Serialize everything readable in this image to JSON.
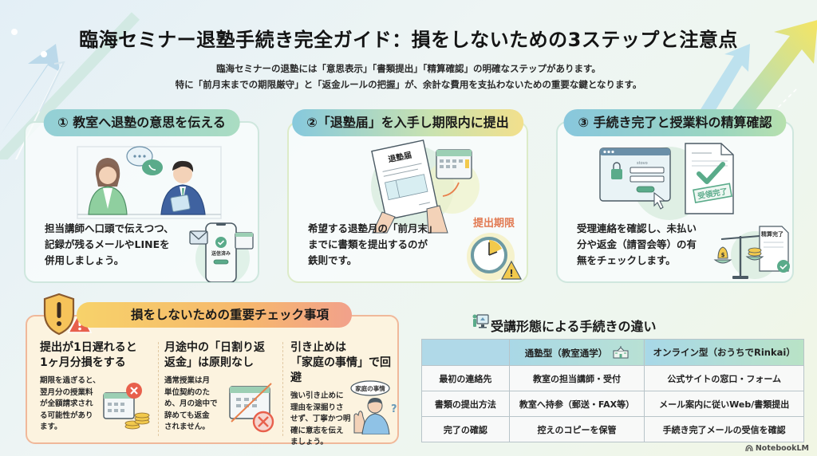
{
  "header": {
    "title": "臨海セミナー退塾手続き完全ガイド：損をしないための3ステップと注意点",
    "subtitle_line1": "臨海セミナーの退塾には「意思表示」「書類提出」「精算確認」の明確なステップがあります。",
    "subtitle_line2": "特に「前月末までの期限厳守」と「返金ルールの把握」が、余計な費用を支払わないための重要な鍵となります。"
  },
  "steps": [
    {
      "label": "① 教室へ退塾の意思を伝える",
      "text": "担当講師へ口頭で伝えつつ、\n記録が残るメールやLINEを\n併用しましょう。",
      "illustration": {
        "phone_badge": "送信済み",
        "icons": [
          "speech-bubble-icon",
          "envelope-icon",
          "phone-check-icon",
          "calendar-icon"
        ]
      }
    },
    {
      "label": "②「退塾届」を入手し期限内に提出",
      "text": "希望する退塾月の「前月末」\nまでに書類を提出するのが\n鉄則です。",
      "illustration": {
        "document_title": "退塾届",
        "deadline_label": "提出期限",
        "icons": [
          "document-icon",
          "calendar-icon",
          "clock-icon",
          "warning-icon"
        ]
      }
    },
    {
      "label": "③ 手続き完了と授業料の精算確認",
      "text": "受理連絡を確認し、未払い\n分や返金（請習会等）の有\n無をチェックします。",
      "illustration": {
        "login_label": "stovo",
        "stamp": "受領完了",
        "receipt_label": "精算完了",
        "icons": [
          "lock-icon",
          "cursor-icon",
          "checkmark-icon",
          "scale-icon"
        ]
      }
    }
  ],
  "checklist": {
    "title": "損をしないための重要チェック事項",
    "items": [
      {
        "heading": "提出が1日遅れると\n1ヶ月分損をする",
        "body": "期限を過ぎると、\n翌月分の授業料\nが全額請求され\nる可能性があり\nます。"
      },
      {
        "heading": "月途中の「日割り返\n返金」は原則なし",
        "body": "通常授業は月\n単位契約のた\nめ、月の途中で\n辞めても返金\nされません。"
      },
      {
        "heading": "引き止めは\n「家庭の事情」で回避",
        "body": "強い引き止めに\n理由を深掘りさ\nせず、丁寧かつ明\n確に意志を伝え\nましょう。",
        "bubble": "家庭の事情"
      }
    ]
  },
  "comparison": {
    "title": "受講形態による手続きの違い",
    "columns": [
      "",
      "通塾型（教室通学）",
      "オンライン型（おうちでRinkai）"
    ],
    "rows": [
      [
        "最初の連絡先",
        "教室の担当講師・受付",
        "公式サイトの窓口・フォーム"
      ],
      [
        "書類の提出方法",
        "教室へ持参（郵送・FAX等）",
        "メール案内に従いWeb/書類提出"
      ],
      [
        "完了の確認",
        "控えのコピーを保管",
        "手続き完了メールの受信を確認"
      ]
    ]
  },
  "footer": {
    "brand": "NotebookLM"
  },
  "colors": {
    "step_teal": "#9bd6c0",
    "step_yellow": "#f2e08c",
    "check_orange": "#f6b86c",
    "check_border": "#f0b89a",
    "accent_green": "#5aab8a",
    "alert_red": "#e8604c"
  }
}
